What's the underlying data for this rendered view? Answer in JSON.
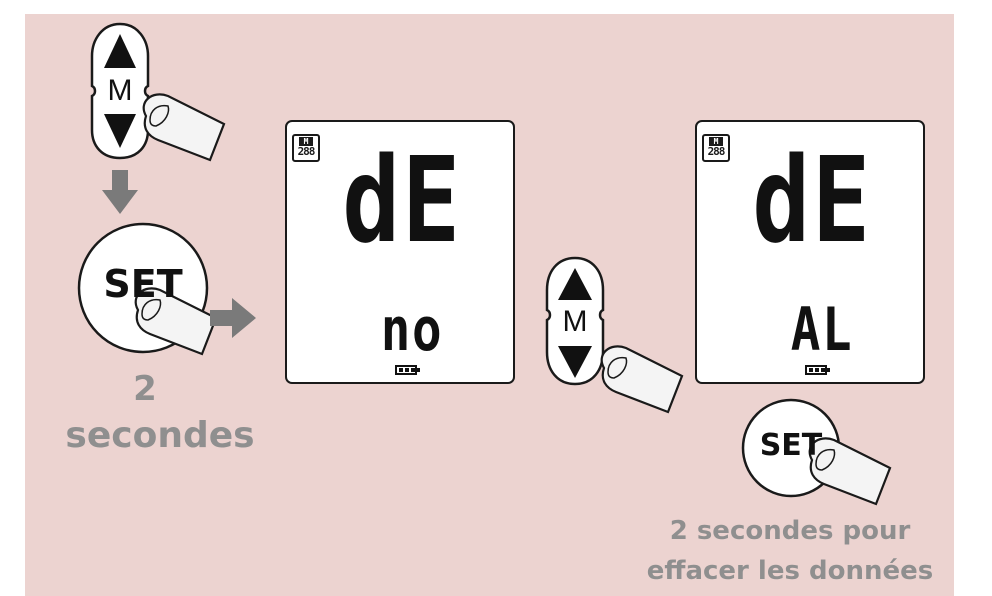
{
  "captions": {
    "step_number": "2",
    "step_unit": "secondes",
    "final_line1": "2 secondes pour",
    "final_line2": "effacer les données"
  },
  "buttons": {
    "m_label": "M",
    "set_label": "SET"
  },
  "screens": [
    {
      "memory_label": "M",
      "memory_count": "288",
      "main": "dE",
      "sub": "no"
    },
    {
      "memory_label": "M",
      "memory_count": "288",
      "main": "dE",
      "sub": "AL"
    }
  ],
  "colors": {
    "background": "#ecd3d0",
    "caption": "#8f8f8f",
    "arrow": "#7a7a7a"
  }
}
